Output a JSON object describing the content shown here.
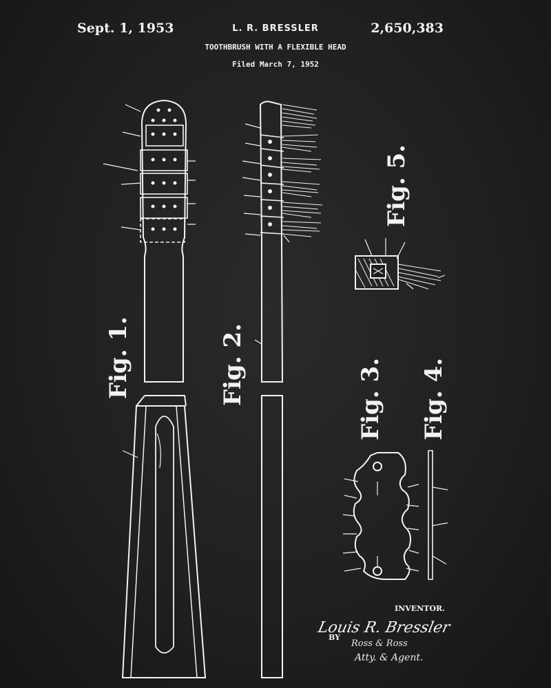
{
  "header": {
    "date": "Sept. 1, 1953",
    "inventor": "L. R. BRESSLER",
    "patent_number": "2,650,383",
    "title": "TOOTHBRUSH WITH A FLEXIBLE HEAD",
    "filed": "Filed March 7, 1952"
  },
  "figures": {
    "fig1": "Fig. 1.",
    "fig2": "Fig. 2.",
    "fig3": "Fig. 3.",
    "fig4": "Fig. 4.",
    "fig5": "Fig. 5."
  },
  "signature": {
    "label": "INVENTOR.",
    "name": "Louis R. Bressler",
    "by": "BY",
    "attorney": "Ross & Ross",
    "attorney_title": "Atty. & Agent."
  },
  "colors": {
    "background": "#1e1e1e",
    "line": "#f2f2f2"
  }
}
